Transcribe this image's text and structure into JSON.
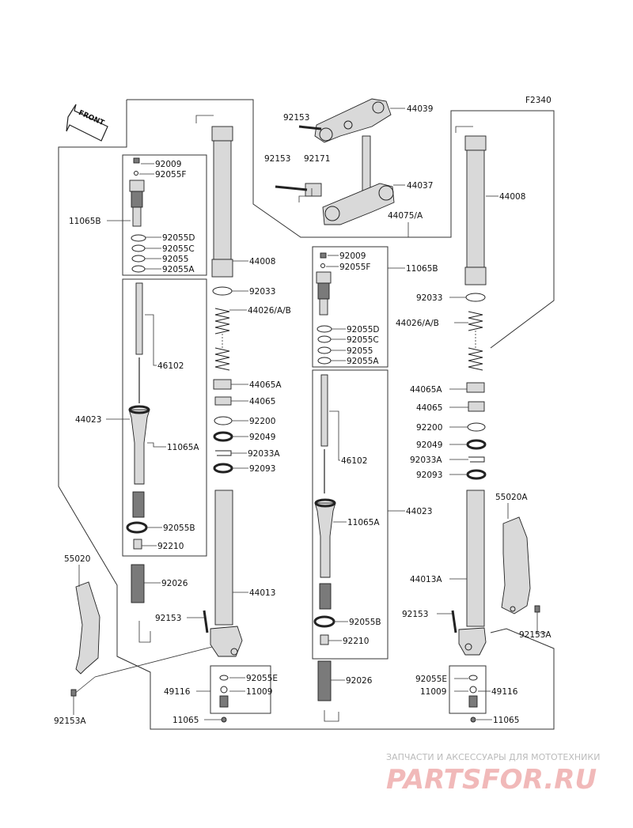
{
  "diagram_code": "F2340",
  "front_arrow": "FRONT",
  "watermark": {
    "line1": "ЗАПЧАСТИ И АКСЕССУАРЫ ДЛЯ МОТОТЕХНИКИ",
    "line2": "PARTSFOR.RU"
  },
  "labels": {
    "l44039": "44039",
    "l92153_t1": "92153",
    "l92153_t2": "92153",
    "l92171": "92171",
    "l44037": "44037",
    "l44075": "44075/A",
    "l92009_L": "92009",
    "l92055F_L": "92055F",
    "l11065B_L": "11065B",
    "l92055D_L": "92055D",
    "l92055C_L": "92055C",
    "l92055_L": "92055",
    "l92055A_L": "92055A",
    "l46102_L": "46102",
    "l44023_L": "44023",
    "l11065A_L": "11065A",
    "l92055B_L": "92055B",
    "l92210_L": "92210",
    "l92026_L": "92026",
    "l55020": "55020",
    "l92153A_L": "92153A",
    "l44008_L": "44008",
    "l92033_L": "92033",
    "l44026_L": "44026/A/B",
    "l44065A_L": "44065A",
    "l44065_L": "44065",
    "l92200_L": "92200",
    "l92049_L": "92049",
    "l92033A_L": "92033A",
    "l92093_L": "92093",
    "l44013_L": "44013",
    "l92153_L": "92153",
    "l92055E_L": "92055E",
    "l49116_L": "49116",
    "l11009_L": "11009",
    "l11065_L": "11065",
    "l92009_C": "92009",
    "l92055F_C": "92055F",
    "l11065B_C": "11065B",
    "l92055D_C": "92055D",
    "l92055C_C": "92055C",
    "l92055_C": "92055",
    "l92055A_C": "92055A",
    "l46102_C": "46102",
    "l44023_C": "44023",
    "l11065A_C": "11065A",
    "l92055B_C": "92055B",
    "l92210_C": "92210",
    "l92026_C": "92026",
    "l44008_R": "44008",
    "l92033_R": "92033",
    "l44026_R": "44026/A/B",
    "l44065A_R": "44065A",
    "l44065_R": "44065",
    "l92200_R": "92200",
    "l92049_R": "92049",
    "l92033A_R": "92033A",
    "l92093_R": "92093",
    "l55020A": "55020A",
    "l44013A": "44013A",
    "l92153_R": "92153",
    "l92153A_R": "92153A",
    "l92055E_R": "92055E",
    "l11009_R": "11009",
    "l49116_R": "49116",
    "l11065_R": "11065"
  }
}
